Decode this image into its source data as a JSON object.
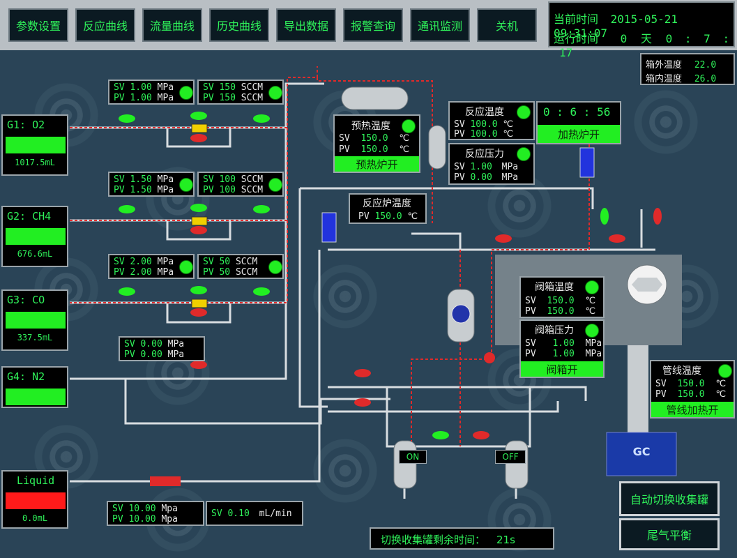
{
  "nav": [
    {
      "id": "params",
      "label": "参数设置"
    },
    {
      "id": "reaction_curve",
      "label": "反应曲线"
    },
    {
      "id": "flow_curve",
      "label": "流量曲线"
    },
    {
      "id": "history_curve",
      "label": "历史曲线"
    },
    {
      "id": "export",
      "label": "导出数据"
    },
    {
      "id": "alarm",
      "label": "报警查询"
    },
    {
      "id": "comm",
      "label": "通讯监测"
    },
    {
      "id": "shutdown",
      "label": "关机"
    }
  ],
  "clock": {
    "current_time_label": "当前时间",
    "current_time": "2015-05-21 09:31:07",
    "runtime_label": "运行时间",
    "run_days": "0",
    "days_unit": "天",
    "run_h": "0",
    "run_m": "7",
    "run_s": "17"
  },
  "box_temp": {
    "outside_label": "箱外温度",
    "outside": "22.0",
    "inside_label": "箱内温度",
    "inside": "26.0"
  },
  "gases": [
    {
      "name": "G1:  O2",
      "amount": "1017.5mL",
      "p_sv": "1.00",
      "p_pv": "1.00",
      "p_unit": "MPa",
      "f_sv": "150",
      "f_pv": "150",
      "f_unit": "SCCM"
    },
    {
      "name": "G2:  CH4",
      "amount": "676.6mL",
      "p_sv": "1.50",
      "p_pv": "1.50",
      "p_unit": "MPa",
      "f_sv": "100",
      "f_pv": "100",
      "f_unit": "SCCM"
    },
    {
      "name": "G3:  CO",
      "amount": "337.5mL",
      "p_sv": "2.00",
      "p_pv": "2.00",
      "p_unit": "MPa",
      "f_sv": "50",
      "f_pv": "50",
      "f_unit": "SCCM"
    },
    {
      "name": "G4:  N2",
      "p_sv": "0.00",
      "p_pv": "0.00",
      "p_unit": "MPa"
    }
  ],
  "sv_label": "SV",
  "pv_label": "PV",
  "liquid": {
    "name": "Liquid",
    "amount": "0.0mL",
    "p_sv": "10.00",
    "p_pv": "10.00",
    "p_unit": "Mpa",
    "flow_sv": "0.10",
    "flow_unit": "mL/min"
  },
  "preheat": {
    "title": "预热温度",
    "sv": "150.0",
    "pv": "150.0",
    "unit": "℃",
    "button": "预热炉开"
  },
  "reactor_temp": {
    "title": "反应温度",
    "sv": "100.0",
    "pv": "100.0",
    "unit": "℃"
  },
  "reactor_pressure": {
    "title": "反应压力",
    "sv": "1.00",
    "pv": "0.00",
    "unit": "MPa"
  },
  "furnace_timer": {
    "value": "0 : 6 : 56",
    "button": "加热炉开"
  },
  "furnace_temp": {
    "title": "反应炉温度",
    "pv": "150.0",
    "unit": "℃"
  },
  "valve_box_temp": {
    "title": "阀箱温度",
    "sv": "150.0",
    "pv": "150.0",
    "unit": "℃"
  },
  "valve_box_pressure": {
    "title": "阀箱压力",
    "sv": "1.00",
    "pv": "1.00",
    "unit": "MPa",
    "button": "阀箱开"
  },
  "line_temp": {
    "title": "管线温度",
    "sv": "150.0",
    "pv": "150.0",
    "unit": "℃",
    "button": "管线加热开"
  },
  "gc_label": "GC",
  "tank_on": "ON",
  "tank_off": "OFF",
  "auto_switch_button": "自动切换收集罐",
  "tail_gas_button": "尾气平衡",
  "switch_timer": {
    "label": "切换收集罐剩余时间：",
    "value": "21s"
  },
  "colors": {
    "accent_green": "#2ff25a",
    "alarm_red": "#ff1a1a",
    "background": "#2a4457"
  }
}
